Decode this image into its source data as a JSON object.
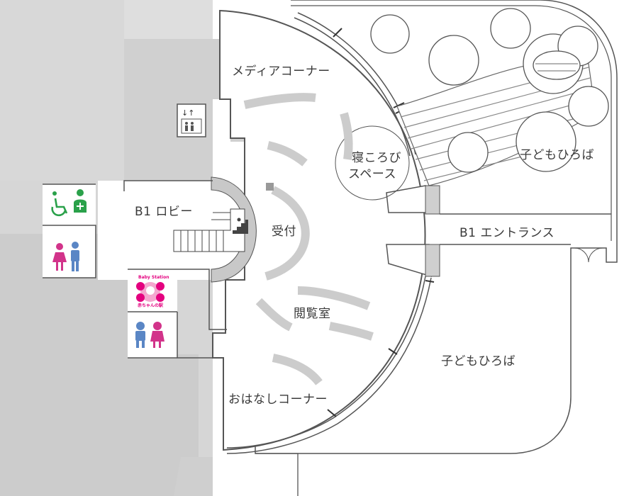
{
  "rooms": {
    "media_corner": "メディアコーナー",
    "nap_space_line1": "寝ころび",
    "nap_space_line2": "スペース",
    "kids_plaza_top": "子どもひろば",
    "b1_lobby": "B1 ロビー",
    "reception": "受付",
    "b1_entrance": "B1 エントランス",
    "reading_room": "閲覧室",
    "kids_plaza_bottom": "子どもひろば",
    "story_corner": "おはなしコーナー"
  },
  "baby_station": {
    "top_text": "Baby Station",
    "bottom_text": "赤ちゃんの駅"
  },
  "icons": {
    "elevator": "elevator-icon",
    "accessible_toilet": "accessible-toilet-icon",
    "womens_toilet": "womens-toilet-icon",
    "mens_toilet": "mens-toilet-icon",
    "kids_toilet": "kids-toilet-icon",
    "stairs": "stairs-icon",
    "baby_station": "baby-station-icon"
  },
  "colors": {
    "building_gray": "#d4d4d4",
    "furniture_gray": "#cfcfcf",
    "wall": "#555555",
    "accessible_green": "#2aa14a",
    "women_pink": "#d2338a",
    "men_blue": "#5a86c5",
    "baby_pink": "#e4007f"
  }
}
